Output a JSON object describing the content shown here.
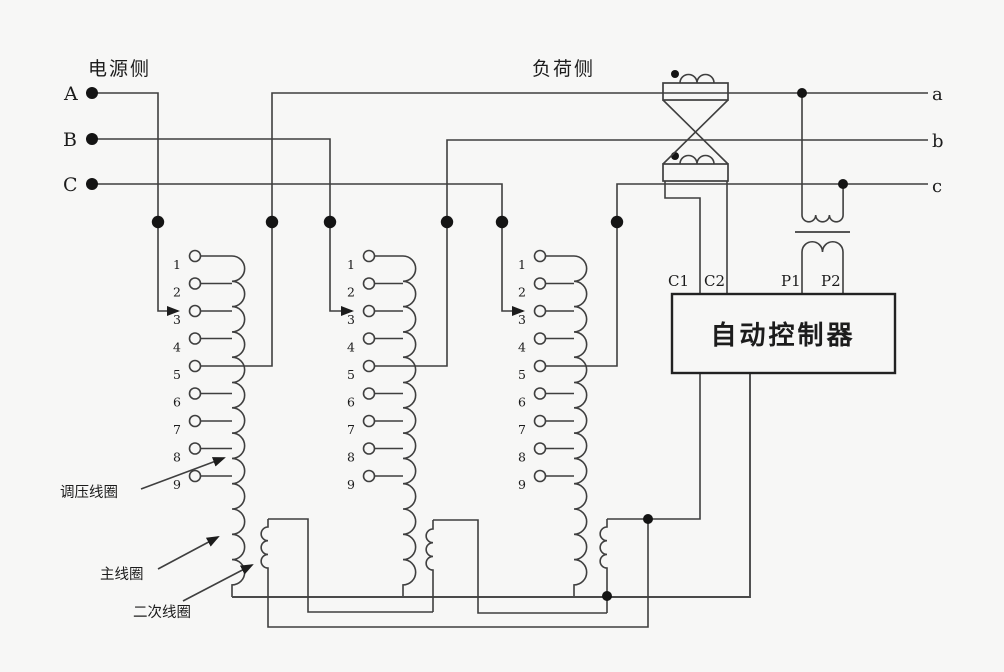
{
  "colors": {
    "background": "#f7f7f6",
    "wire": "#3f3f3f",
    "text": "#1c1c1c"
  },
  "header": {
    "source_side": "电源侧",
    "load_side": "负荷侧"
  },
  "phases": {
    "source": [
      "A",
      "B",
      "C"
    ],
    "load": [
      "a",
      "b",
      "c"
    ]
  },
  "tap_labels": [
    "1",
    "2",
    "3",
    "4",
    "5",
    "6",
    "7",
    "8",
    "9"
  ],
  "controller": {
    "label": "自动控制器",
    "terminals": [
      "C1",
      "C2",
      "P1",
      "P2"
    ]
  },
  "winding_labels": {
    "regulating": "调压线圈",
    "main": "主线圈",
    "secondary": "二次线圈"
  }
}
